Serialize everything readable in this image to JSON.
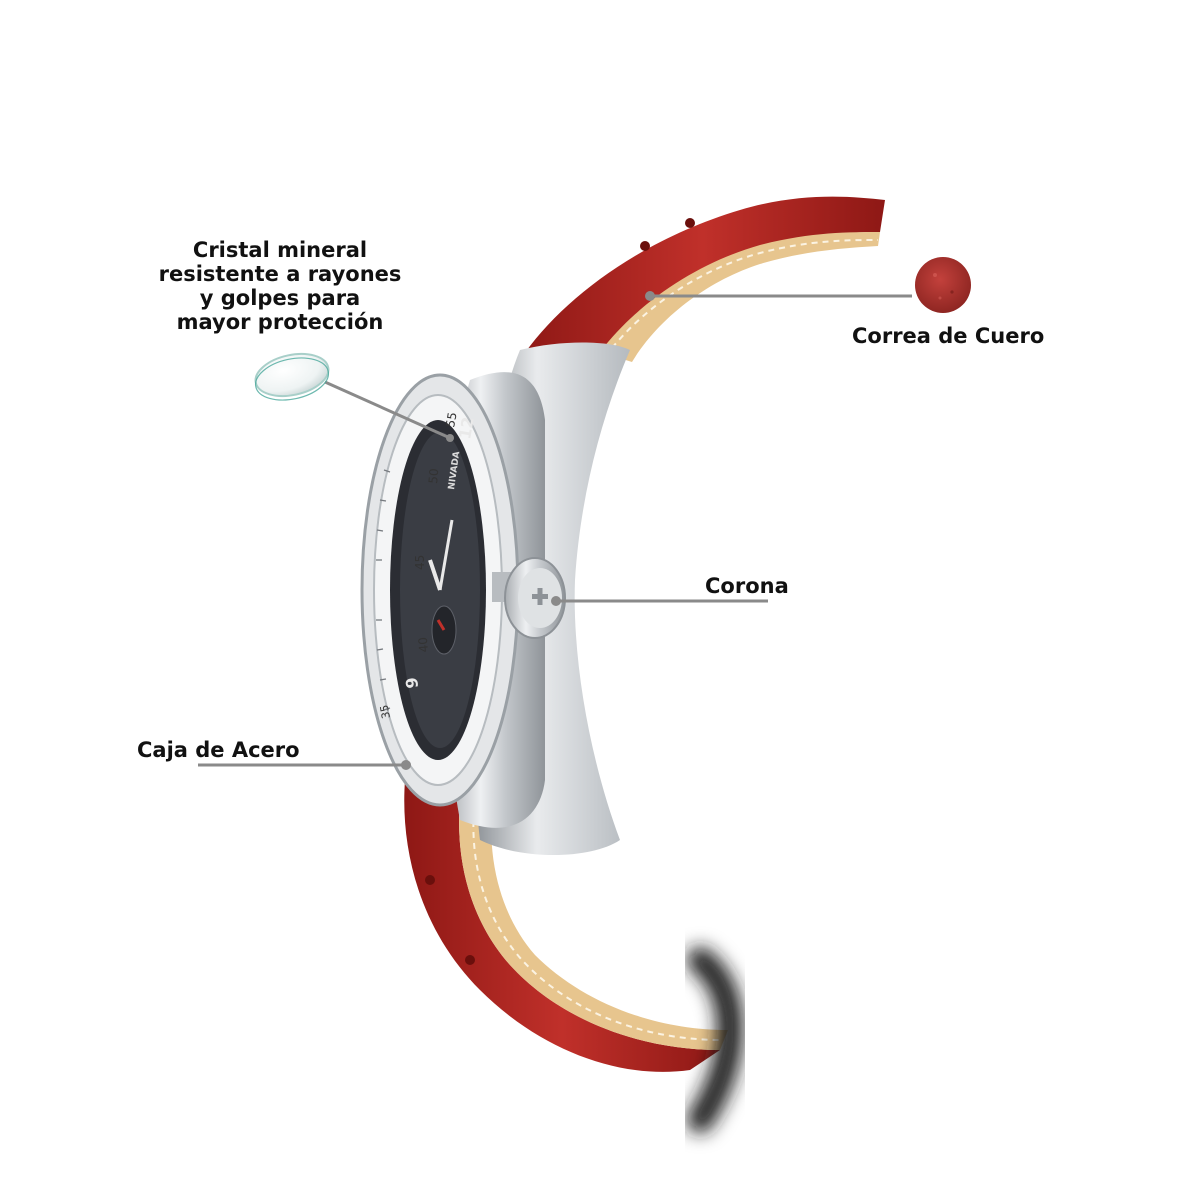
{
  "callouts": {
    "crystal": {
      "lines": [
        "Cristal mineral",
        "resistente a rayones",
        "y golpes para",
        "mayor protección"
      ]
    },
    "strap": {
      "label": "Correa de Cuero"
    },
    "crown": {
      "label": "Corona"
    },
    "case": {
      "label": "Caja de Acero"
    }
  },
  "watch": {
    "brand": "NIVADA",
    "bezel_numbers": [
      "55",
      "50",
      "45",
      "40",
      "35"
    ],
    "dial_numbers": [
      "12",
      "9"
    ],
    "colors": {
      "strap": "#b3221f",
      "strap_dark": "#8e1815",
      "strap_lining": "#e7c58e",
      "steel": "#cfd2d5",
      "dial": "#2b2d33",
      "leader_line": "#8a8a8a"
    }
  }
}
